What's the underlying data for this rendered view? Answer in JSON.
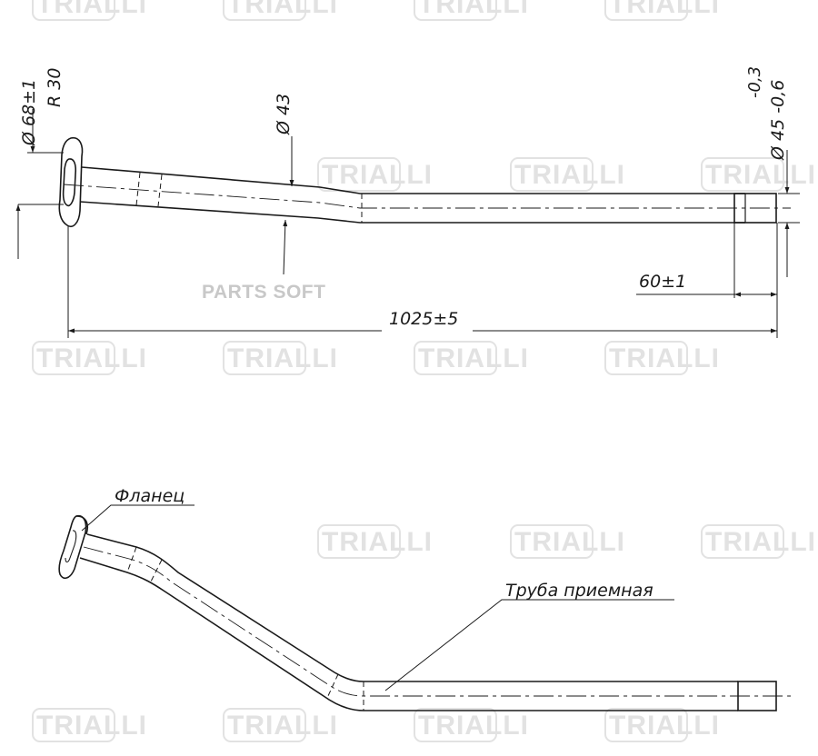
{
  "watermark": {
    "text": "TRIALLI",
    "color": "#e2e2e2"
  },
  "brand_stamp": {
    "text": "PARTS SOFT",
    "color": "#c8c8c8"
  },
  "drawing": {
    "line_color": "#1a1a1a",
    "top_view": {
      "dim_flange_diameter": "Ø 68±1",
      "dim_bend_radius": "R 30",
      "dim_pipe_diameter": "Ø 43",
      "dim_end_tolerance_upper": "-0,3",
      "dim_end_diameter": "Ø 45 -0,6",
      "dim_end_length": "60±1",
      "dim_overall_length": "1025±5"
    },
    "iso_view": {
      "label_flange": "Фланец",
      "label_pipe": "Труба приемная"
    }
  }
}
